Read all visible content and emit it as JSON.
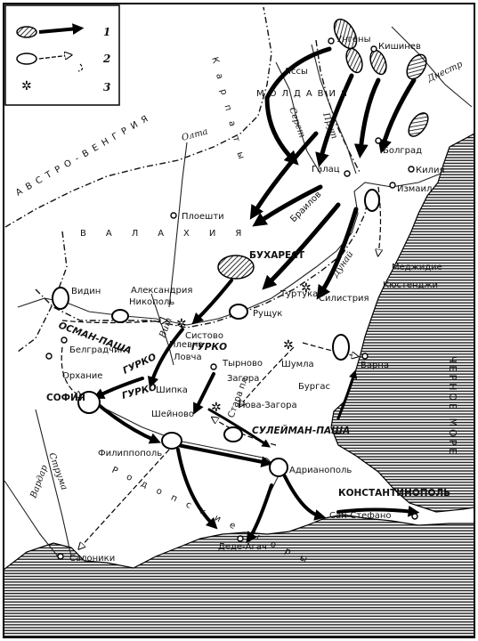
{
  "legend": {
    "items": [
      {
        "number": "1",
        "icon": "solid-arrow-icon"
      },
      {
        "number": "2",
        "icon": "hollow-arrow-icon"
      },
      {
        "number": "3",
        "icon": "battle-star-icon"
      }
    ]
  },
  "colors": {
    "ink": "#000000",
    "paper": "#ffffff",
    "sea_hatch": "#1a1a1a"
  },
  "regions": {
    "austria_hungary": "АВСТРО-ВЕНГРИЯ",
    "moldavia": "МОЛДАВИЯ",
    "wallachia": "ВАЛАХИЯ",
    "black_sea": "ЧЕРНОЕ МОРЕ",
    "carpathians": "Карпаты",
    "balkan_mountains": "Стара пл.",
    "rhodope": "Родопские горы"
  },
  "rivers": {
    "olt": "Олта",
    "seret": "Серет",
    "prut": "Прут",
    "dniester": "Днестр",
    "danube": "Дунай",
    "vit": "Вит",
    "struma": "Струма",
    "vardar": "Вардар"
  },
  "cities": {
    "ungeny": "Унгены",
    "kishinev": "Кишинев",
    "iassy": "Яссы",
    "bolgrad": "Болград",
    "kiliya": "Килия",
    "izmail": "Измаил",
    "galats": "Галац",
    "brailov": "Браилов",
    "ploeshti": "Плоешти",
    "bukharest": "БУХАРЕСТ",
    "medzhidie": "Меджидие",
    "kyustendzhi": "Кюстенджи",
    "silistriya": "Силистрия",
    "turtukay": "Туртукай",
    "vidin": "Видин",
    "aleksandriya": "Александрия",
    "nikopol": "Никополь",
    "sistovo": "Систово",
    "ruschuk": "Рущук",
    "plevna": "Плевна",
    "belgradchik": "Белградчик",
    "orkhanie": "Орхание",
    "lovcha": "Ловча",
    "tyrnovo": "Тырново",
    "shumla": "Шумла",
    "varna": "Варна",
    "sofia": "СОФИЯ",
    "shipka": "Шипка",
    "sheinovo": "Шейново",
    "zagora": "Загора",
    "nova_zagora": "Нова-Загора",
    "burgas": "Бургас",
    "filippopol": "Филиппополь",
    "adrianopol": "Адрианополь",
    "konstantinopol": "КОНСТАНТИНОПОЛЬ",
    "san_stefano": "Сан-Стефано",
    "dede_agach": "Деде-Агач",
    "saloniki": "Салоники"
  },
  "commanders": {
    "osman_pasha": "ОСМАН-ПАША",
    "gurko_1": "ГУРКО",
    "gurko_2": "ГУРКО",
    "gurko_3": "ГУРКО",
    "suleiman_pasha": "СУЛЕЙМАН-ПАША"
  }
}
